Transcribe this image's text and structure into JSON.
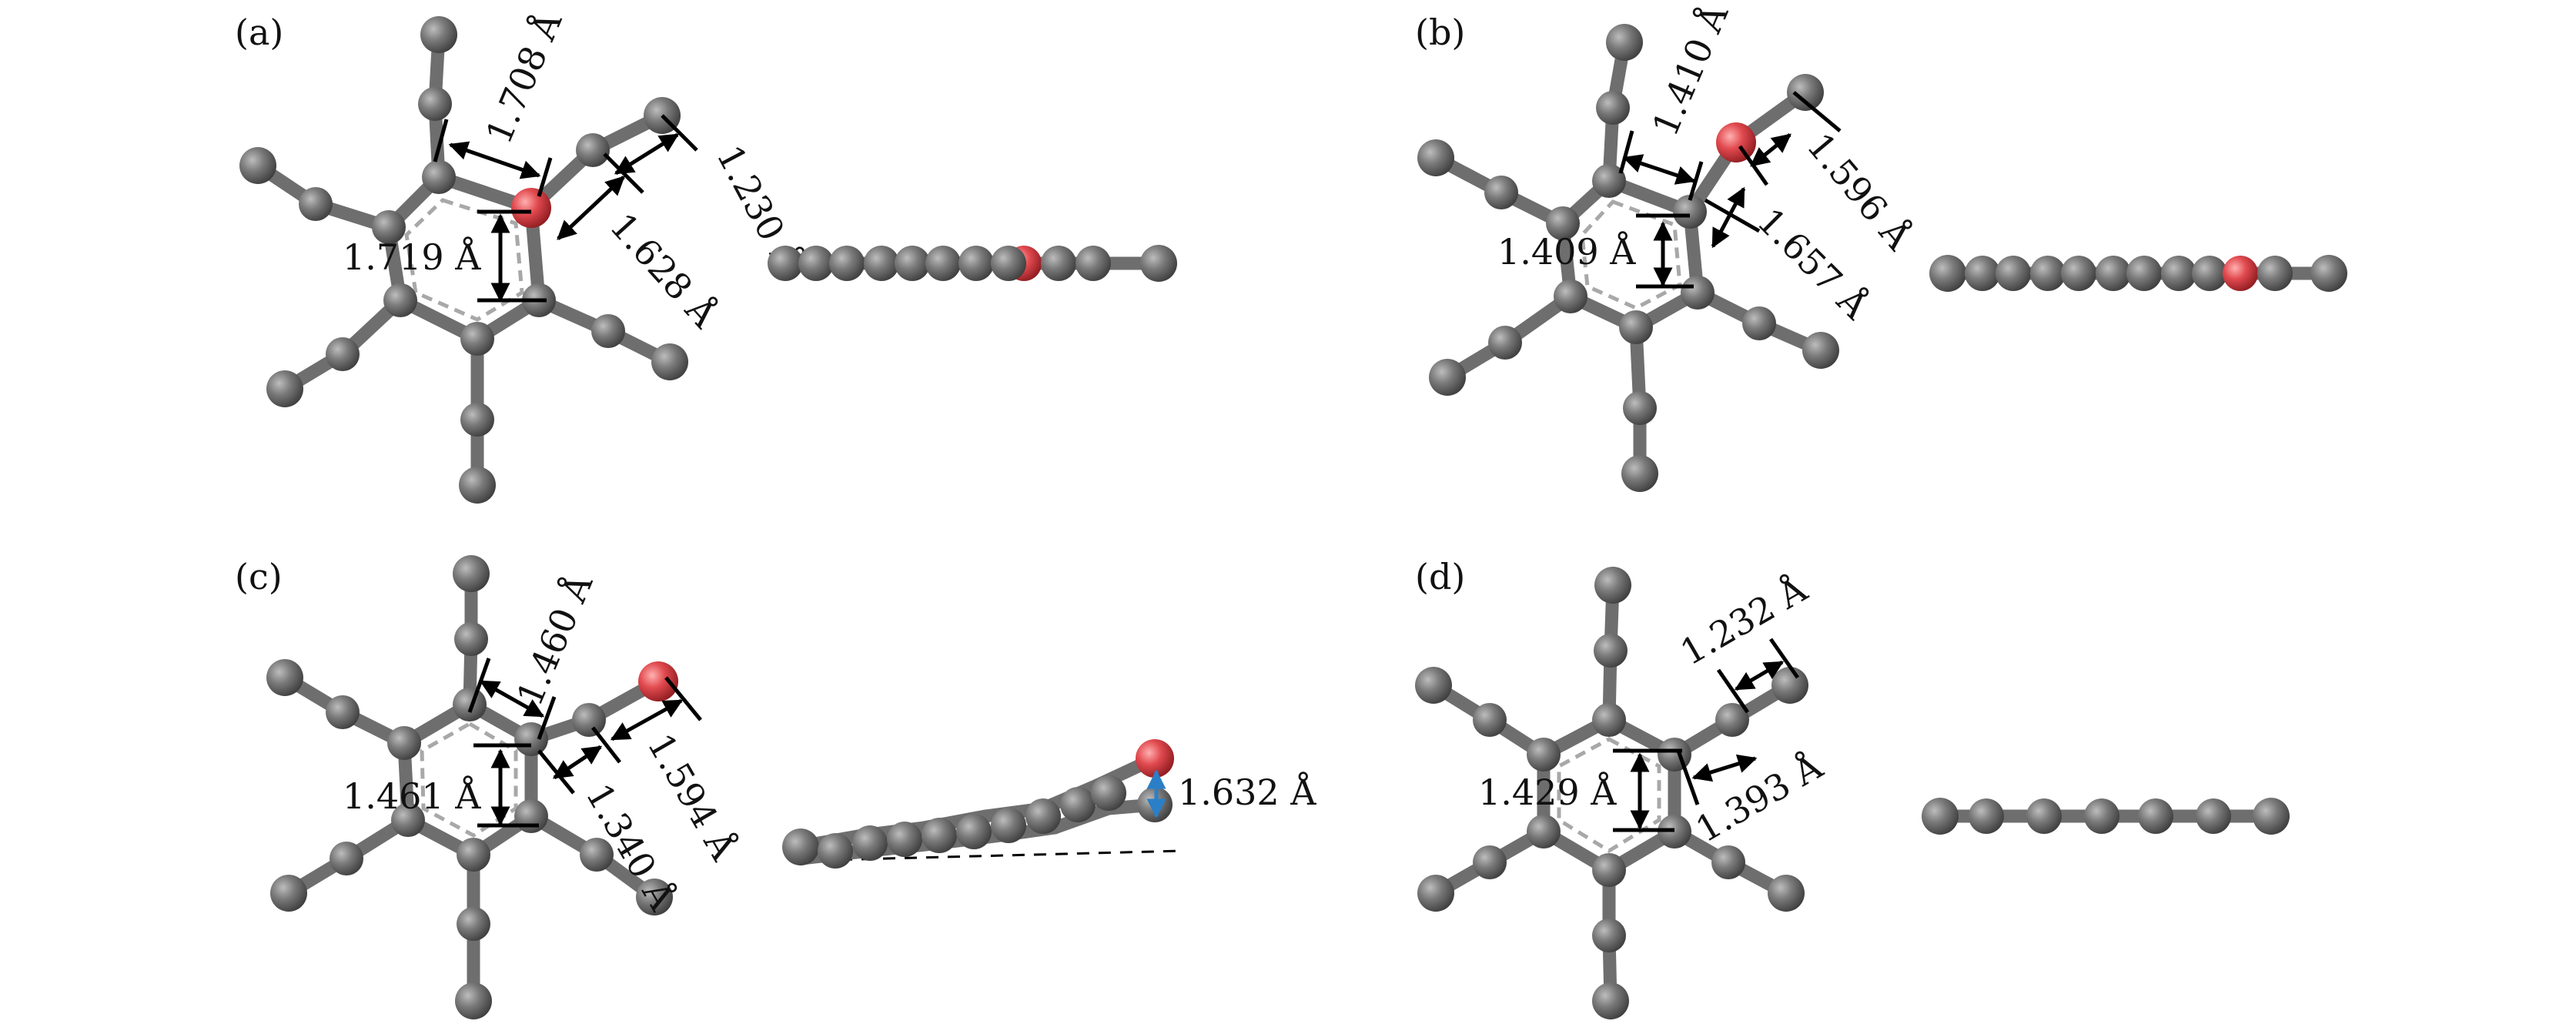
{
  "panels": [
    {
      "id": "a",
      "label": "(a)",
      "measurements": [
        "1.708 Å",
        "1.230 Å",
        "1.628 Å",
        "1.719 Å"
      ]
    },
    {
      "id": "b",
      "label": "(b)",
      "measurements": [
        "1.410 Å",
        "1.596 Å",
        "1.657 Å",
        "1.409 Å"
      ]
    },
    {
      "id": "c",
      "label": "(c)",
      "measurements": [
        "1.460 Å",
        "1.594 Å",
        "1.340 Å",
        "1.461 Å",
        "1.632 Å"
      ]
    },
    {
      "id": "d",
      "label": "(d)",
      "measurements": [
        "1.232 Å",
        "1.393 Å",
        "1.429 Å"
      ]
    }
  ],
  "colors": {
    "carbon": "#6b6b6b",
    "oxygen": "#e0474c",
    "bond": "#6e6e6e",
    "arrow": "#000000",
    "height_arrow": "#2b7fc7"
  }
}
